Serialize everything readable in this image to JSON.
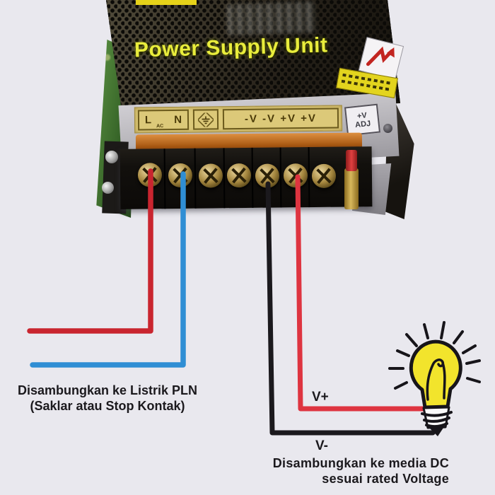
{
  "page": {
    "background": "#e9e8ee"
  },
  "psu": {
    "title": "Power Supply Unit",
    "title_color": "#e9ed3c",
    "terminal_labels": {
      "live": "L",
      "neutral": "N",
      "ac_note": "AC",
      "dc_row": "-V  -V  +V  +V",
      "adj_top": "+V",
      "adj_bottom": "ADJ"
    }
  },
  "wires": {
    "ac_live": {
      "color": "#c9252f"
    },
    "ac_neutral": {
      "color": "#2f8ed4"
    },
    "dc_minus": {
      "color": "#1b191d"
    },
    "dc_plus": {
      "color": "#de3440"
    }
  },
  "annotations": {
    "text_color": "#1b191d",
    "ac_caption_line1": "Disambungkan ke Listrik PLN",
    "ac_caption_line2": "(Saklar atau Stop Kontak)",
    "v_plus_label": "V+",
    "v_minus_label": "V-",
    "dc_caption_line1": "Disambungkan ke media DC",
    "dc_caption_line2": "sesuai rated Voltage"
  },
  "bulb": {
    "fill": "#f2e42c",
    "outline": "#17151a"
  }
}
